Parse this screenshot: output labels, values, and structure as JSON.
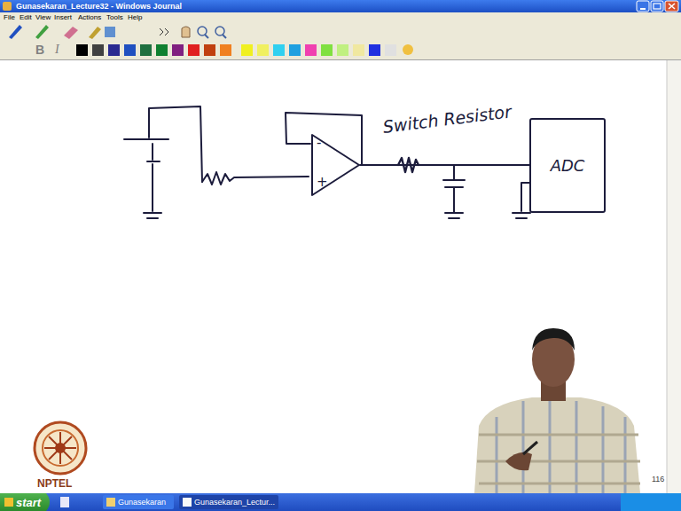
{
  "diagram": {
    "nodes": [
      {
        "text": [
          "-",
          "+"
        ]
      },
      {
        "text": [
          "ADC"
        ]
      }
    ],
    "edges": [
      {
        "from": 0,
        "to": 1,
        "arrow": "none"
      }
    ],
    "labels": [
      "Gunasekaran_Lecture32 - Windows Journal",
      "File",
      "Edit",
      "View",
      "Insert",
      "Actions",
      "Tools",
      "Help",
      "B",
      "I",
      "Switch Resistor",
      "116",
      "NPTEL",
      "start",
      "Gunasekaran",
      "Gunasekaran_Lectur..."
    ]
  }
}
